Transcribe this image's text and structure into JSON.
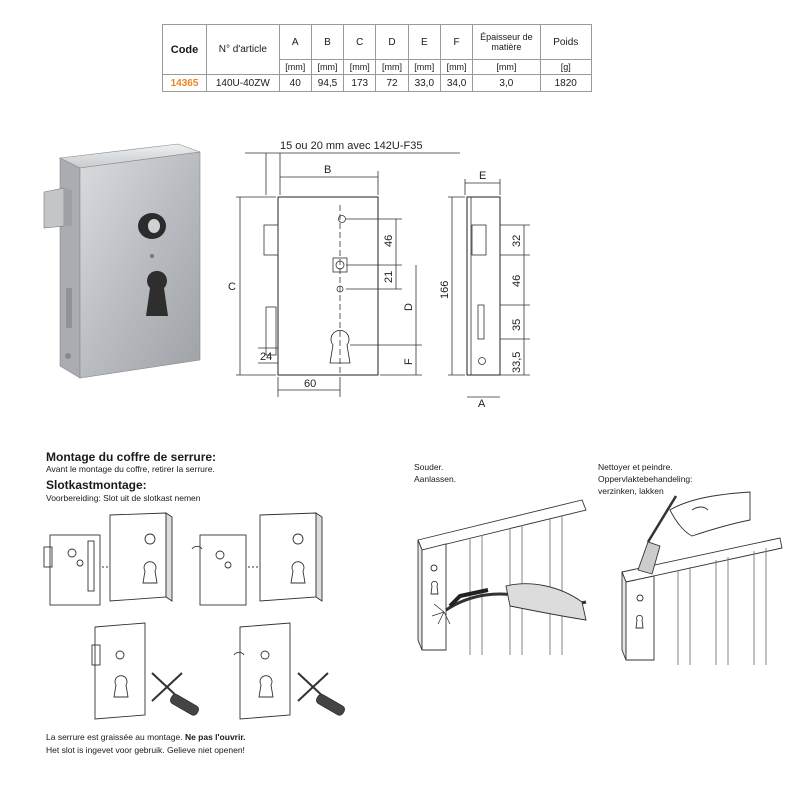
{
  "table": {
    "headers": [
      "Code",
      "N° d'article",
      "A",
      "B",
      "C",
      "D",
      "E",
      "F",
      "Épaisseur de matière",
      "Poids"
    ],
    "units": [
      "",
      "",
      "[mm]",
      "[mm]",
      "[mm]",
      "[mm]",
      "[mm]",
      "[mm]",
      "[mm]",
      "[g]"
    ],
    "row": [
      "14365",
      "140U-40ZW",
      "40",
      "94,5",
      "173",
      "72",
      "33,0",
      "34,0",
      "3,0",
      "1820"
    ],
    "code_color": "#e8871e"
  },
  "drawing": {
    "top_note": "15 ou 20 mm avec 142U-F35",
    "label_b": "B",
    "label_c": "C",
    "label_d": "D",
    "label_f": "F",
    "label_e": "E",
    "label_a": "A",
    "dim_46_top": "46",
    "dim_21": "21",
    "dim_24": "24",
    "dim_60": "60",
    "dim_166": "166",
    "dim_32": "32",
    "dim_46_side": "46",
    "dim_35": "35",
    "dim_33_5": "33,5"
  },
  "montage": {
    "title_fr": "Montage du coffre de serrure:",
    "sub_fr": "Avant le montage du coffre, retirer la serrure.",
    "title_nl": "Slotkastmontage:",
    "sub_nl": "Voorbereiding: Slot uit de slotkast nemen",
    "footer_fr": "La serrure est graissée au montage.",
    "footer_fr_bold": "Ne pas l'ouvrir.",
    "footer_nl": "Het slot is ingevet voor gebruik. Gelieve niet openen!"
  },
  "weld": {
    "line1": "Souder.",
    "line2": "Aanlassen."
  },
  "paint": {
    "line1": "Nettoyer et peindre.",
    "line2": "Oppervlaktebehandeling:",
    "line3": "verzinken, lakken"
  }
}
